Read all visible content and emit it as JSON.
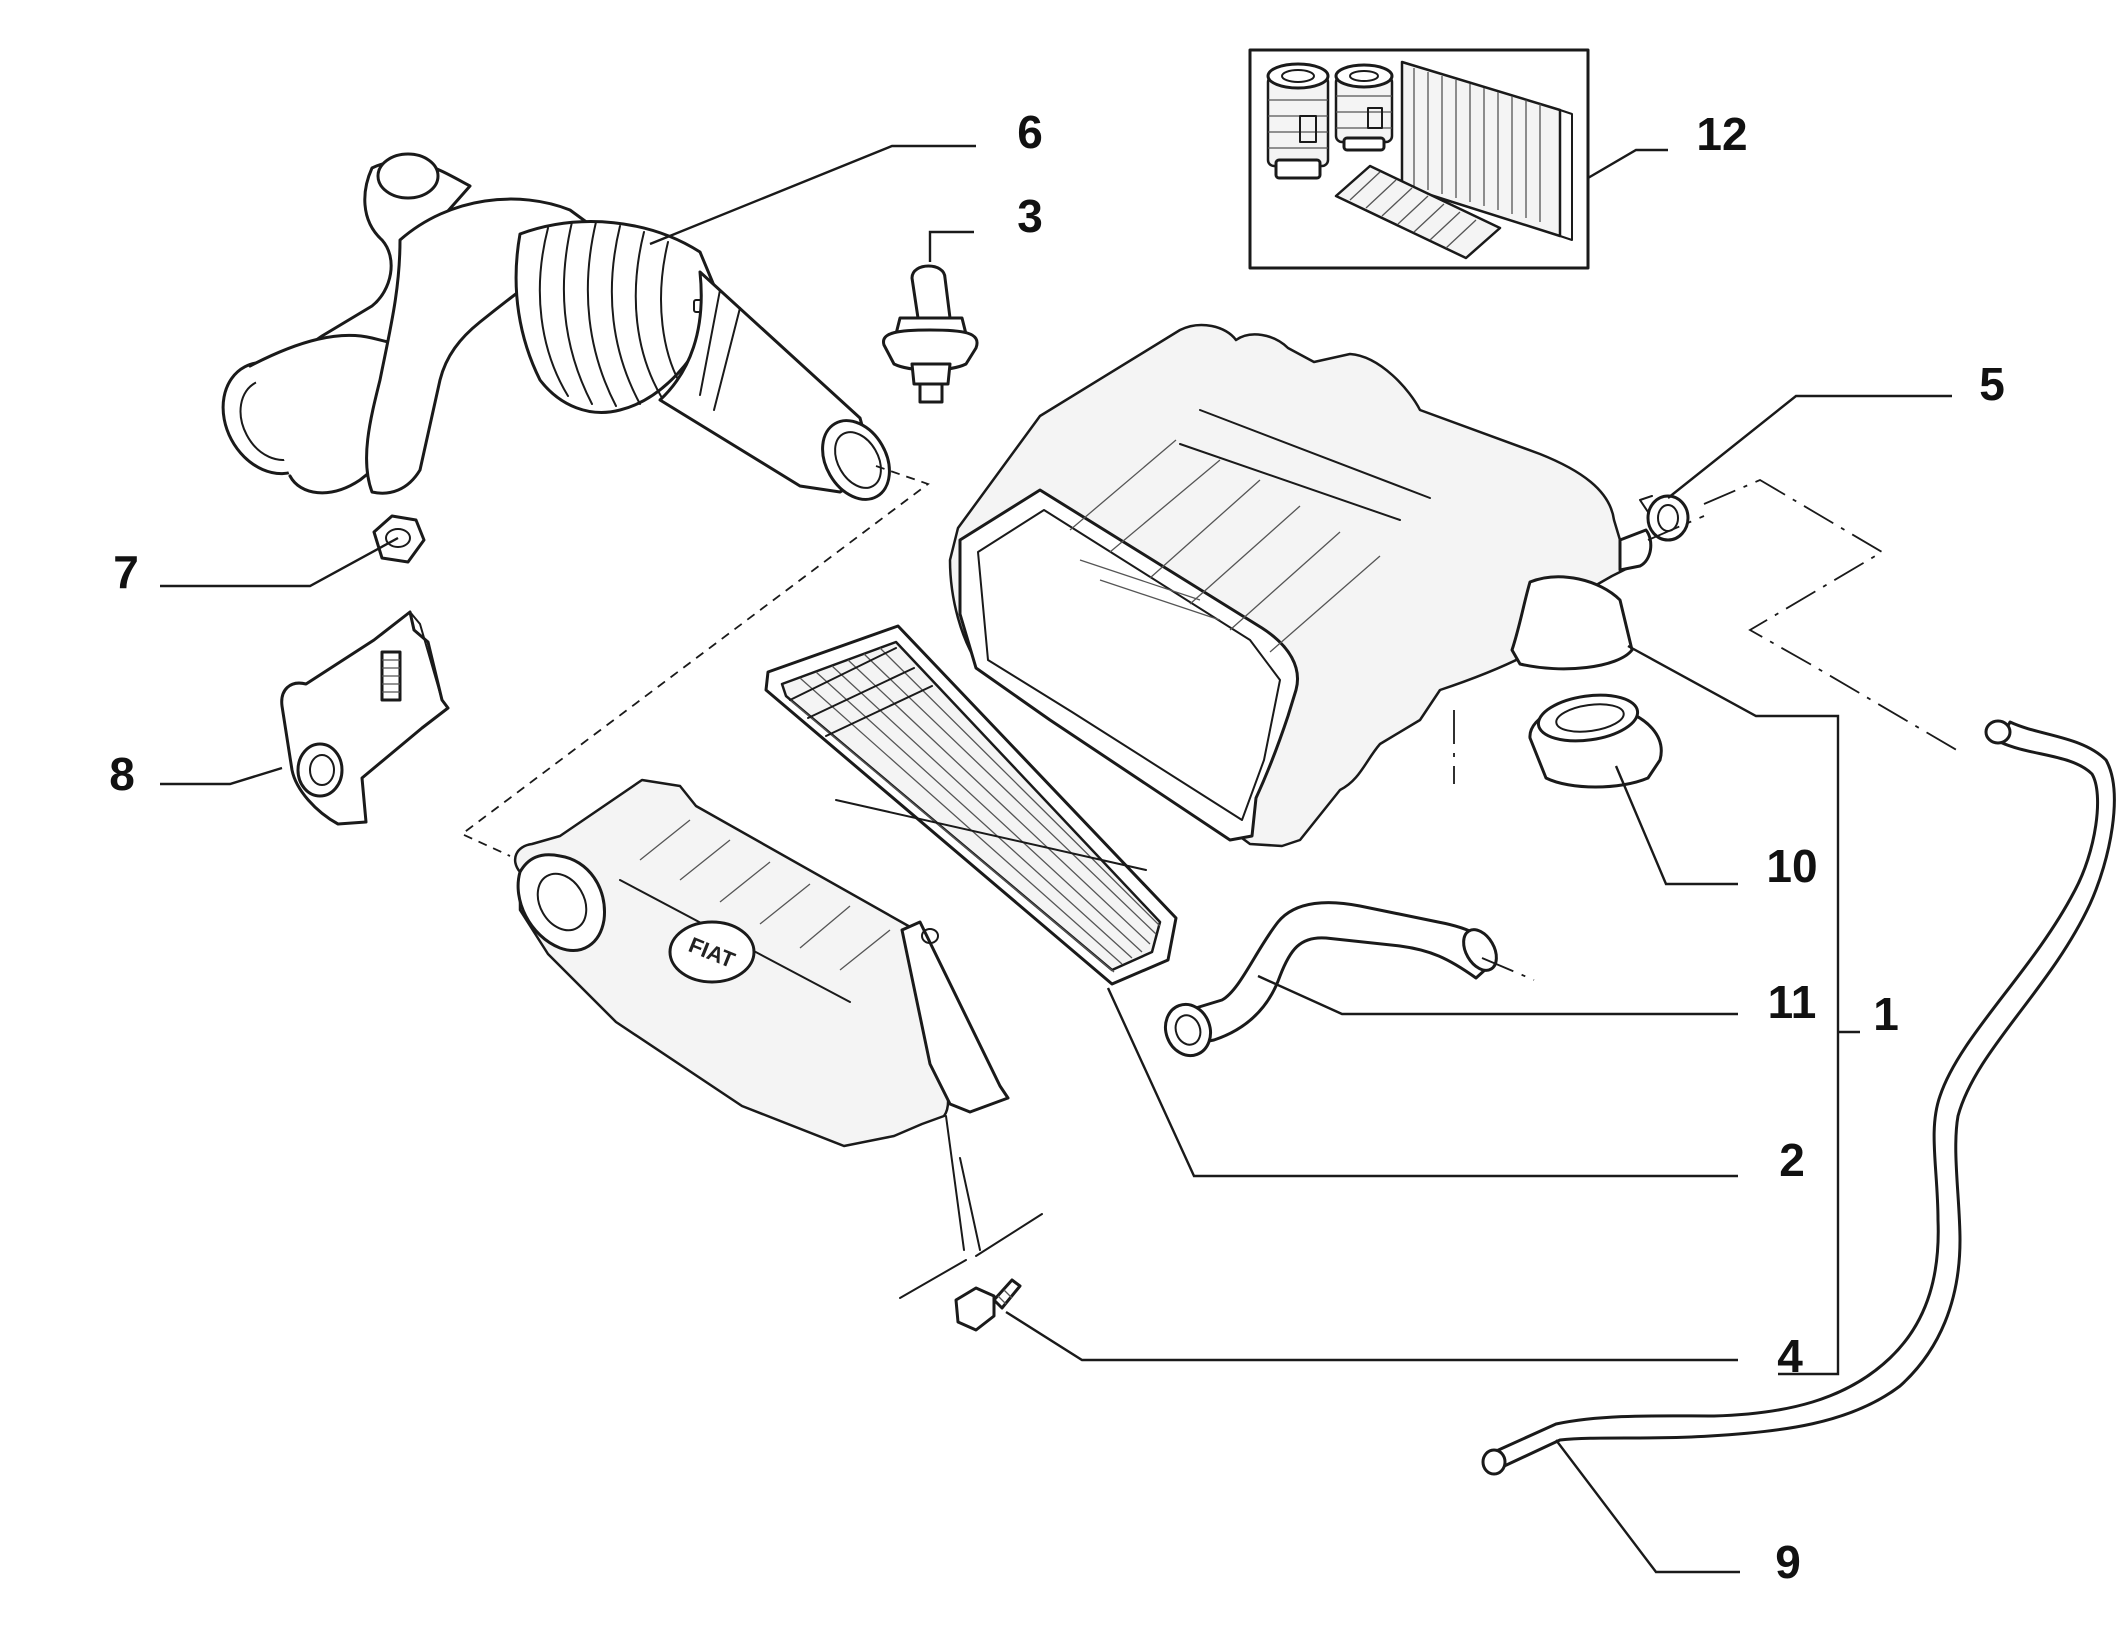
{
  "diagram": {
    "logo_text": "FIAT",
    "callouts": [
      {
        "id": "c1",
        "label": "1"
      },
      {
        "id": "c2",
        "label": "2"
      },
      {
        "id": "c3",
        "label": "3"
      },
      {
        "id": "c4",
        "label": "4"
      },
      {
        "id": "c5",
        "label": "5"
      },
      {
        "id": "c6",
        "label": "6"
      },
      {
        "id": "c7",
        "label": "7"
      },
      {
        "id": "c8",
        "label": "8"
      },
      {
        "id": "c9",
        "label": "9"
      },
      {
        "id": "c10",
        "label": "10"
      },
      {
        "id": "c11",
        "label": "11"
      },
      {
        "id": "c12",
        "label": "12"
      }
    ]
  }
}
